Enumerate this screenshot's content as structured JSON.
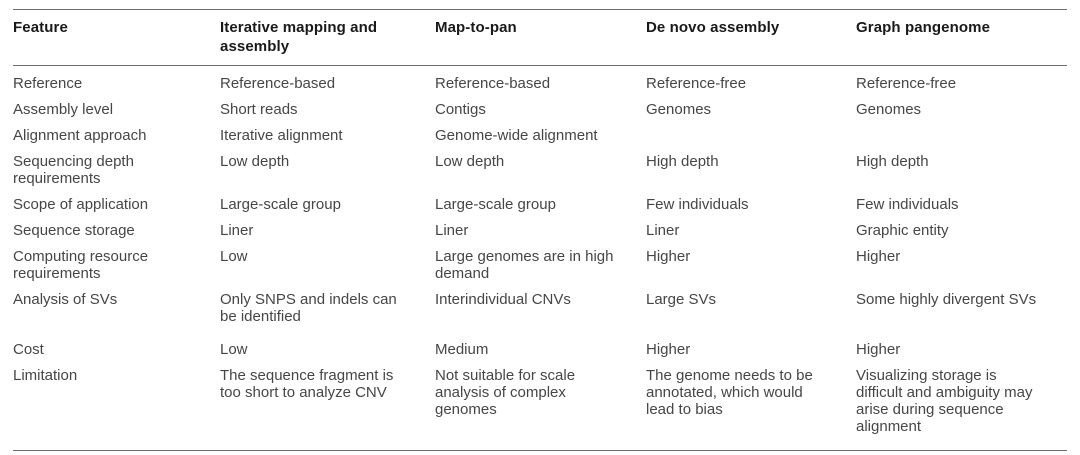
{
  "table": {
    "columns": [
      "Feature",
      "Iterative mapping and assembly",
      "Map-to-pan",
      "De novo assembly",
      "Graph pangenome"
    ],
    "rows": [
      {
        "feature": "Reference",
        "values": [
          "Reference-based",
          "Reference-based",
          "Reference-free",
          "Reference-free"
        ]
      },
      {
        "feature": "Assembly level",
        "values": [
          "Short reads",
          "Contigs",
          "Genomes",
          "Genomes"
        ]
      },
      {
        "feature": "Alignment approach",
        "values": [
          "Iterative alignment",
          "Genome-wide alignment",
          "",
          ""
        ]
      },
      {
        "feature": "Sequencing depth requirements",
        "values": [
          "Low depth",
          "Low depth",
          "High depth",
          "High depth"
        ]
      },
      {
        "feature": "Scope of application",
        "values": [
          "Large-scale group",
          "Large-scale group",
          "Few individuals",
          "Few individuals"
        ]
      },
      {
        "feature": "Sequence storage",
        "values": [
          "Liner",
          "Liner",
          "Liner",
          "Graphic entity"
        ]
      },
      {
        "feature": "Computing resource requirements",
        "values": [
          "Low",
          "Large genomes are in high demand",
          "Higher",
          "Higher"
        ]
      },
      {
        "feature": "Analysis of SVs",
        "values": [
          "Only SNPS and indels can be identified",
          "Interindividual CNVs",
          "Large SVs",
          "Some highly divergent SVs"
        ]
      },
      {
        "feature": "Cost",
        "values": [
          "Low",
          "Medium",
          "Higher",
          "Higher"
        ]
      },
      {
        "feature": "Limitation",
        "values": [
          "The sequence fragment is too short to analyze CNV",
          "Not suitable for scale analysis of complex genomes",
          "The genome needs to be annotated, which would lead to bias",
          "Visualizing storage is difficult and ambiguity may arise during sequence alignment"
        ]
      }
    ]
  },
  "colors": {
    "header_text": "#1a1a1a",
    "body_text": "#464646",
    "rule": "#6e6e6e",
    "background": "#ffffff"
  }
}
